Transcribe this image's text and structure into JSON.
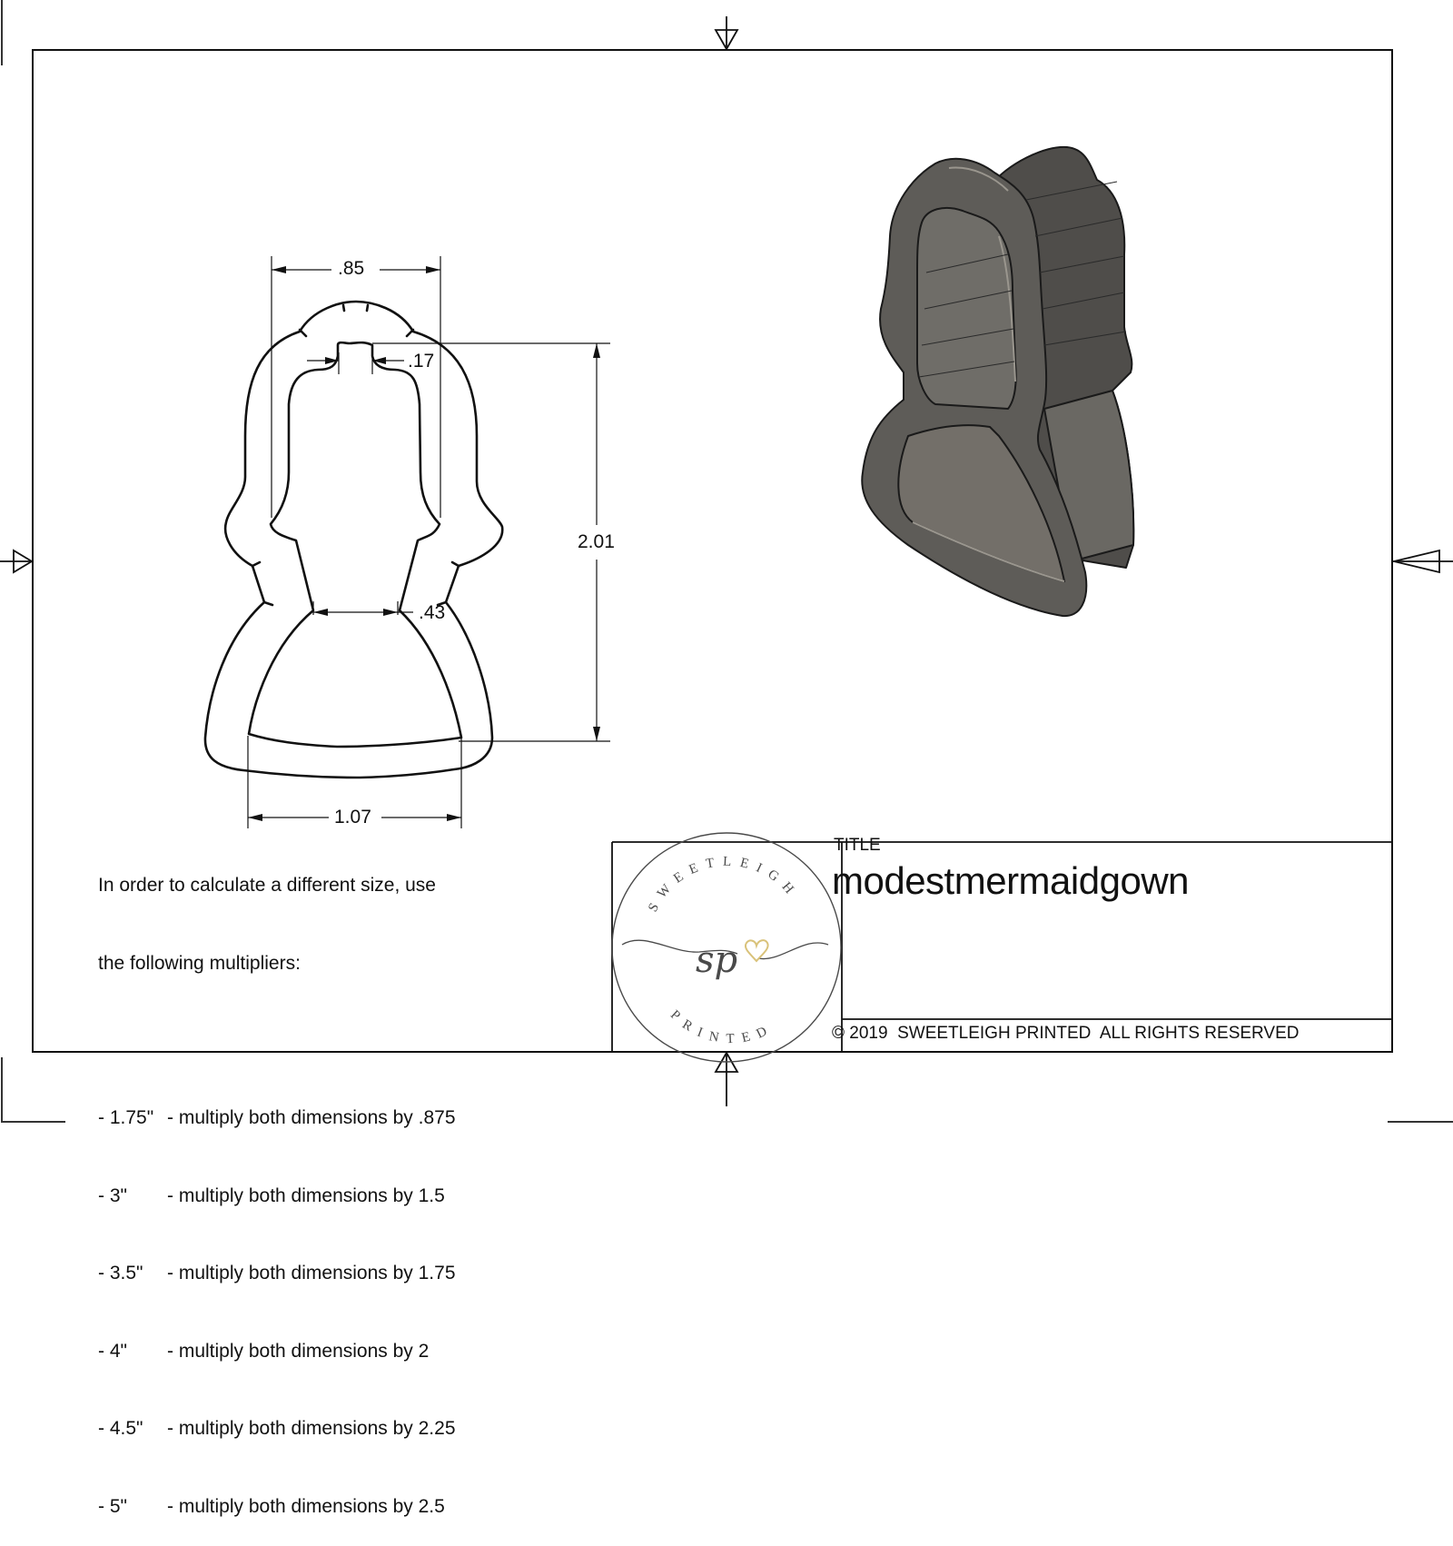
{
  "sheet": {
    "border_color": "#111111",
    "line_color": "#111111",
    "render_fill": "#5e5c58",
    "render_highlight": "#8a8780",
    "logo_ink": "#4a4a4a",
    "logo_heart": "#d9c27a"
  },
  "drawing": {
    "dimensions": {
      "top_width": ".85",
      "neck_width": ".17",
      "waist_width": ".43",
      "height": "2.01",
      "bottom_width": "1.07"
    }
  },
  "notes": {
    "intro_line1": "In order to calculate a different size, use",
    "intro_line2": "the following multipliers:",
    "multipliers": [
      {
        "size": "- 1.75\"",
        "text": "- multiply both dimensions by .875"
      },
      {
        "size": "- 3\"",
        "text": "- multiply both dimensions by 1.5"
      },
      {
        "size": "- 3.5\"",
        "text": "- multiply both dimensions by 1.75"
      },
      {
        "size": "- 4\"",
        "text": "- multiply both dimensions by 2"
      },
      {
        "size": "- 4.5\"",
        "text": "- multiply both dimensions by 2.25"
      },
      {
        "size": "- 5\"",
        "text": "- multiply both dimensions by 2.5"
      }
    ]
  },
  "title_block": {
    "logo": {
      "top_arc": "SWEETLEIGH",
      "monogram": "sp",
      "bottom_arc": "PRINTED"
    },
    "title_label": "TITLE",
    "title": "modestmermaidgown",
    "copyright": "© 2019  SWEETLEIGH PRINTED  ALL RIGHTS RESERVED"
  }
}
